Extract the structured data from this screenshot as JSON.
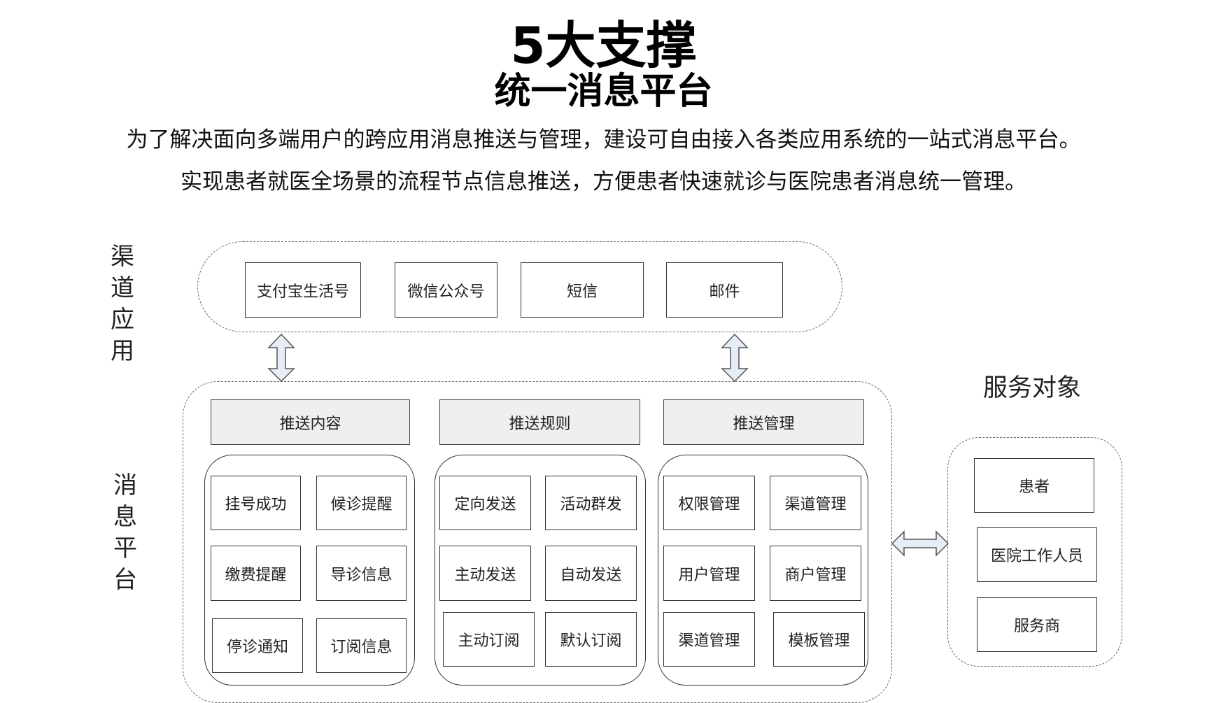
{
  "title": "5大支撑",
  "subtitle": "统一消息平台",
  "desc_line1": "为了解决面向多端用户的跨应用消息推送与管理，建设可自由接入各类应用系统的一站式消息平台。",
  "desc_line2": "实现患者就医全场景的流程节点信息推送，方便患者快速就诊与医院患者消息统一管理。",
  "channel_label": [
    "渠",
    "道",
    "应",
    "用"
  ],
  "channels": [
    "支付宝生活号",
    "微信公众号",
    "短信",
    "邮件"
  ],
  "platform_label": [
    "消",
    "息",
    "平",
    "台"
  ],
  "groups": [
    {
      "header": "推送内容",
      "items": [
        "挂号成功",
        "候诊提醒",
        "缴费提醒",
        "导诊信息",
        "停诊通知",
        "订阅信息"
      ]
    },
    {
      "header": "推送规则",
      "items": [
        "定向发送",
        "活动群发",
        "主动发送",
        "自动发送",
        "主动订阅",
        "默认订阅"
      ]
    },
    {
      "header": "推送管理",
      "items": [
        "权限管理",
        "渠道管理",
        "用户管理",
        "商户管理",
        "渠道管理",
        "模板管理"
      ]
    }
  ],
  "service_title": "服务对象",
  "service_items": [
    "患者",
    "医院工作人员",
    "服务商"
  ]
}
